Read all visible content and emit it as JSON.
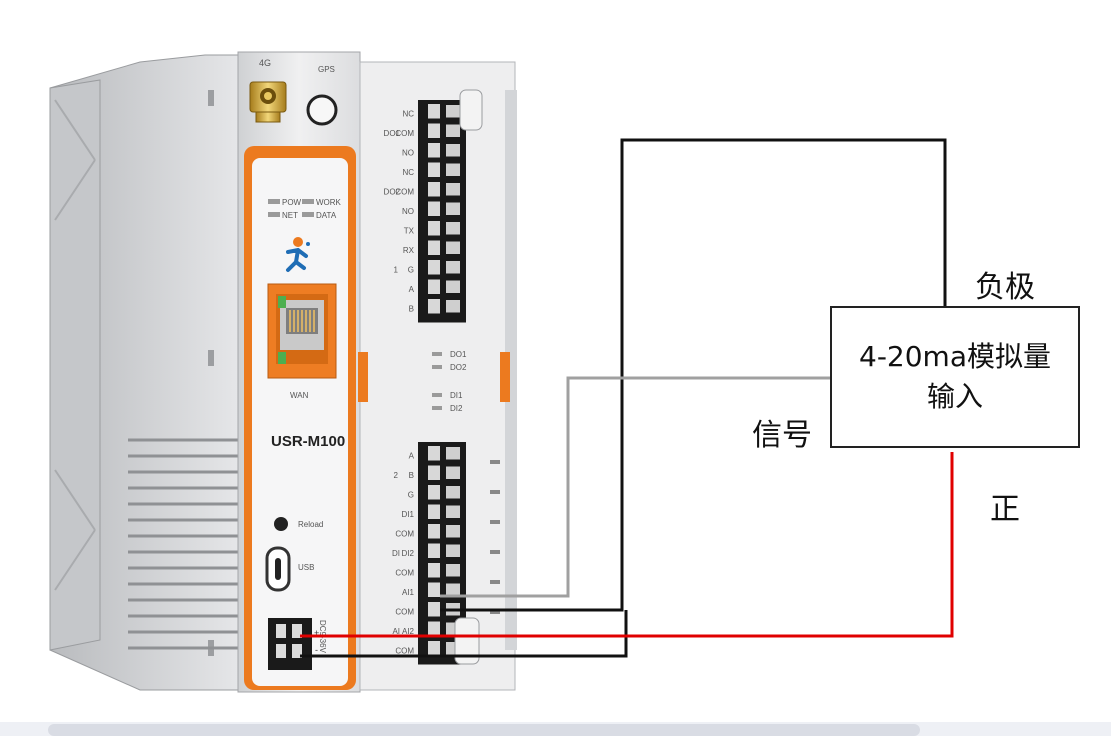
{
  "device": {
    "model": "USR-M100",
    "antenna_4g": "4G",
    "antenna_gps": "GPS",
    "leds": [
      "POW",
      "WORK",
      "NET",
      "DATA"
    ],
    "wan_label": "WAN",
    "reload_label": "Reload",
    "usb_label": "USB",
    "power_label": "DC9-36V",
    "power_pins": [
      "+",
      "-"
    ],
    "top_terminal": {
      "groups": [
        "DO1",
        "DO2",
        "1"
      ],
      "pins": [
        "NC",
        "COM",
        "NO",
        "NC",
        "COM",
        "NO",
        "TX",
        "RX",
        "G",
        "A",
        "B"
      ]
    },
    "status_leds": [
      "DO1",
      "DO2",
      "DI1",
      "DI2"
    ],
    "bottom_terminal": {
      "groups": [
        "2",
        "DI",
        "AI"
      ],
      "pins": [
        "A",
        "B",
        "G",
        "DI1",
        "COM",
        "DI2",
        "COM",
        "AI1",
        "COM",
        "AI2",
        "COM"
      ]
    }
  },
  "diagram": {
    "load_box": [
      "4-20ma模拟量",
      "输入"
    ],
    "label_negative": "负极",
    "label_positive": "正",
    "label_signal": "信号",
    "wire_colors": {
      "negative": "#111111",
      "positive": "#e00000",
      "signal": "#a0a0a0"
    }
  }
}
